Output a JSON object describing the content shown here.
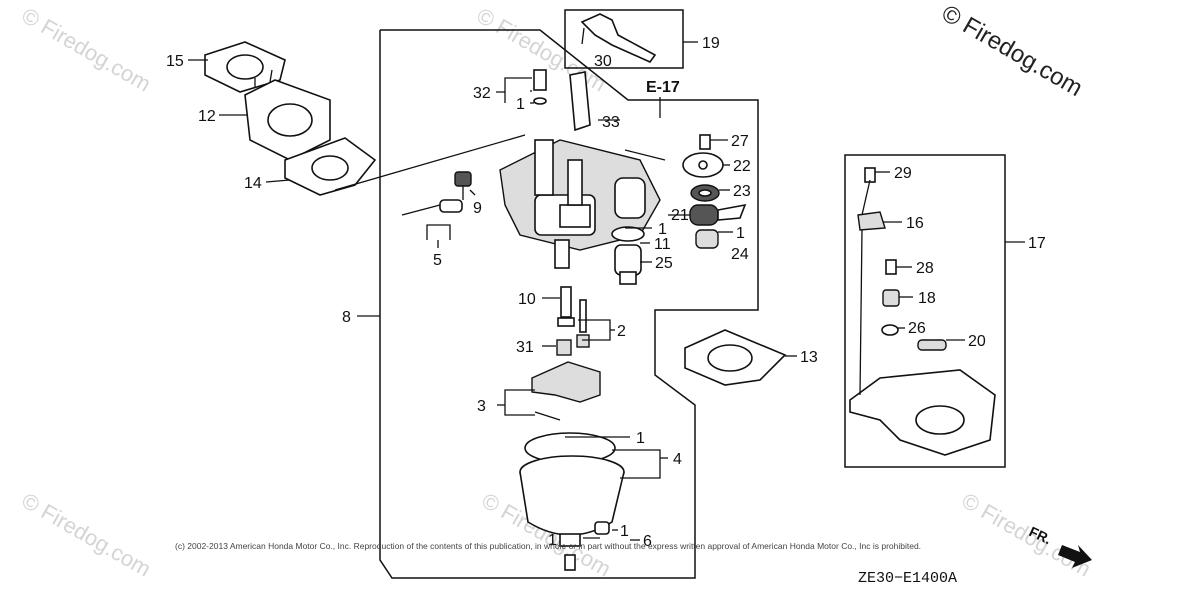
{
  "watermarks": {
    "top_right": "© Firedog.com",
    "repeat": "© Firedog.com"
  },
  "section_ref": "E-17",
  "copyright": "(c) 2002-2013 American Honda Motor Co., Inc. Reproduction of the contents of this publication, in whole or in part without the express written approval of American Honda Motor Co., Inc is prohibited.",
  "diagram_code": "ZE30−E1400A",
  "direction_marker": "FR.",
  "callouts": {
    "c1a": "1",
    "c1b": "1",
    "c1c": "1",
    "c1d": "1",
    "c1e": "1",
    "c1f": "1",
    "c2": "2",
    "c3": "3",
    "c4": "4",
    "c5": "5",
    "c6": "6",
    "c8": "8",
    "c9": "9",
    "c10": "10",
    "c11": "11",
    "c12": "12",
    "c13": "13",
    "c14": "14",
    "c15": "15",
    "c16": "16",
    "c17": "17",
    "c18": "18",
    "c19": "19",
    "c20": "20",
    "c21": "21",
    "c22": "22",
    "c23": "23",
    "c24": "24",
    "c25": "25",
    "c26": "26",
    "c27": "27",
    "c28": "28",
    "c29": "29",
    "c30": "30",
    "c31": "31",
    "c32": "32",
    "c33": "33"
  },
  "colors": {
    "line": "#111111",
    "watermark": "#d4d4d4",
    "background": "#ffffff"
  }
}
